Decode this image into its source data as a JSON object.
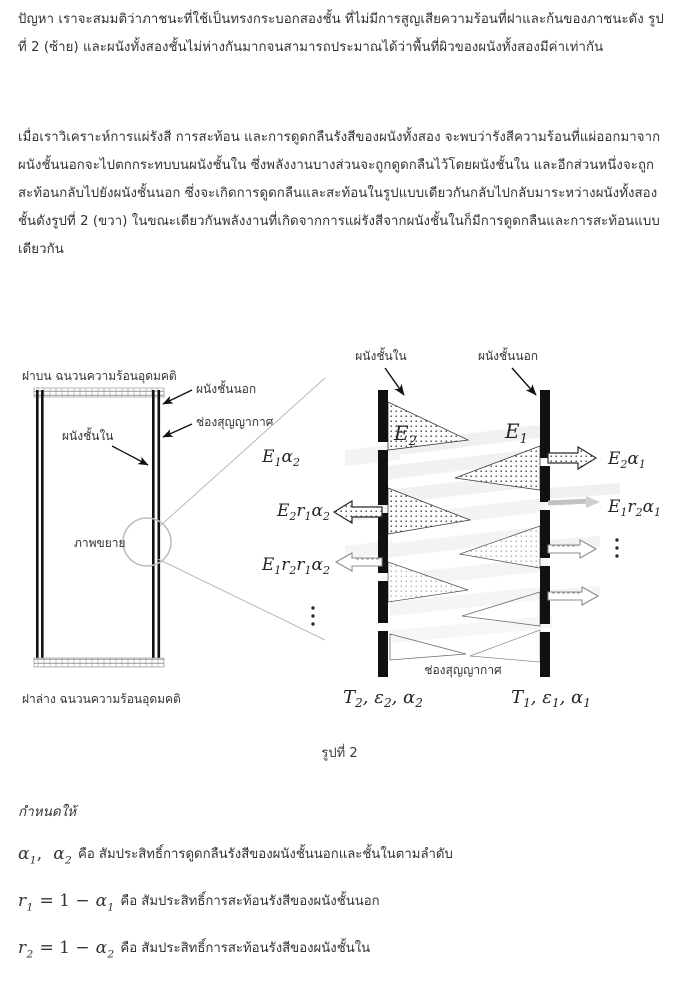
{
  "document": {
    "paragraph_1": "ปัญหา เราจะสมมติว่าภาชนะที่ใช้เป็นทรงกระบอกสองชั้น ที่ไม่มีการสูญเสียความร้อนที่ฝาและก้นของภาชนะดัง รูปที่ 2 (ซ้าย) และผนังทั้งสองชั้นไม่ห่างกันมากจนสามารถประมาณได้ว่าพื้นที่ผิวของผนังทั้งสองมีค่าเท่ากัน",
    "paragraph_2": "เมื่อเราวิเคราะห์การแผ่รังสี การสะท้อน และการดูดกลืนรังสีของผนังทั้งสอง จะพบว่ารังสีความร้อนที่แผ่ออกมาจากผนังชั้นนอกจะไปตกกระทบบนผนังชั้นใน ซึ่งพลังงานบางส่วนจะถูกดูดกลืนไว้โดยผนังชั้นใน และอีกส่วนหนึ่งจะถูกสะท้อนกลับไปยังผนังชั้นนอก ซึ่งจะเกิดการดูดกลืนและสะท้อนในรูปแบบเดียวกันกลับไปกลับมาระหว่างผนังทั้งสองชั้นดังรูปที่ 2 (ขวา) ในขณะเดียวกันพลังงานที่เกิดจากการแผ่รังสีจากผนังชั้นในก็มีการดูดกลืนและการสะท้อนแบบเดียวกัน"
  },
  "figure": {
    "caption": "รูปที่ 2",
    "left_panel": {
      "top_lid_label": "ฝาบน ฉนวนความร้อนอุดมคติ",
      "bottom_lid_label": "ฝาล่าง ฉนวนความร้อนอุดมคติ",
      "outer_wall_label": "ผนังชั้นนอก",
      "vacuum_gap_label": "ช่องสุญญากาศ",
      "inner_wall_label": "ผนังชั้นใน",
      "magnify_label": "ภาพขยาย"
    },
    "right_panel": {
      "inner_wall_label": "ผนังชั้นใน",
      "outer_wall_label": "ผนังชั้นนอก",
      "vacuum_gap_label": "ช่องสุญญากาศ",
      "emission_left": "E₂",
      "emission_right": "E₁",
      "left_flux_labels": [
        "E₁α₂",
        "E₂r₁α₂",
        "E₁r₂r₁α₂",
        "⋮"
      ],
      "right_flux_labels": [
        "E₂α₁",
        "E₁r₂α₁",
        "⋮"
      ],
      "left_wall_props": "T₂, ε₂, α₂",
      "right_wall_props": "T₁, ε₁, α₁"
    }
  },
  "definitions": {
    "heading": "กำหนดให้",
    "items": [
      {
        "symbol_1": "α",
        "sub_1": "1",
        "symbol_2": "α",
        "sub_2": "2",
        "text": "คือ สัมประสิทธิ์การดูดกลืนรังสีของผนังชั้นนอกและชั้นในตามลำดับ"
      },
      {
        "lhs": "r",
        "lhs_sub": "1",
        "eq": "= 1 −",
        "rhs": "α",
        "rhs_sub": "1",
        "text": "คือ สัมประสิทธิ์การสะท้อนรังสีของผนังชั้นนอก"
      },
      {
        "lhs": "r",
        "lhs_sub": "2",
        "eq": "= 1 −",
        "rhs": "α",
        "rhs_sub": "2",
        "text": "คือ สัมประสิทธิ์การสะท้อนรังสีของผนังชั้นใน"
      }
    ]
  },
  "colors": {
    "wall": "#111111",
    "text": "#343434",
    "hatch": "#555555",
    "faded": "#c9c9c9"
  }
}
